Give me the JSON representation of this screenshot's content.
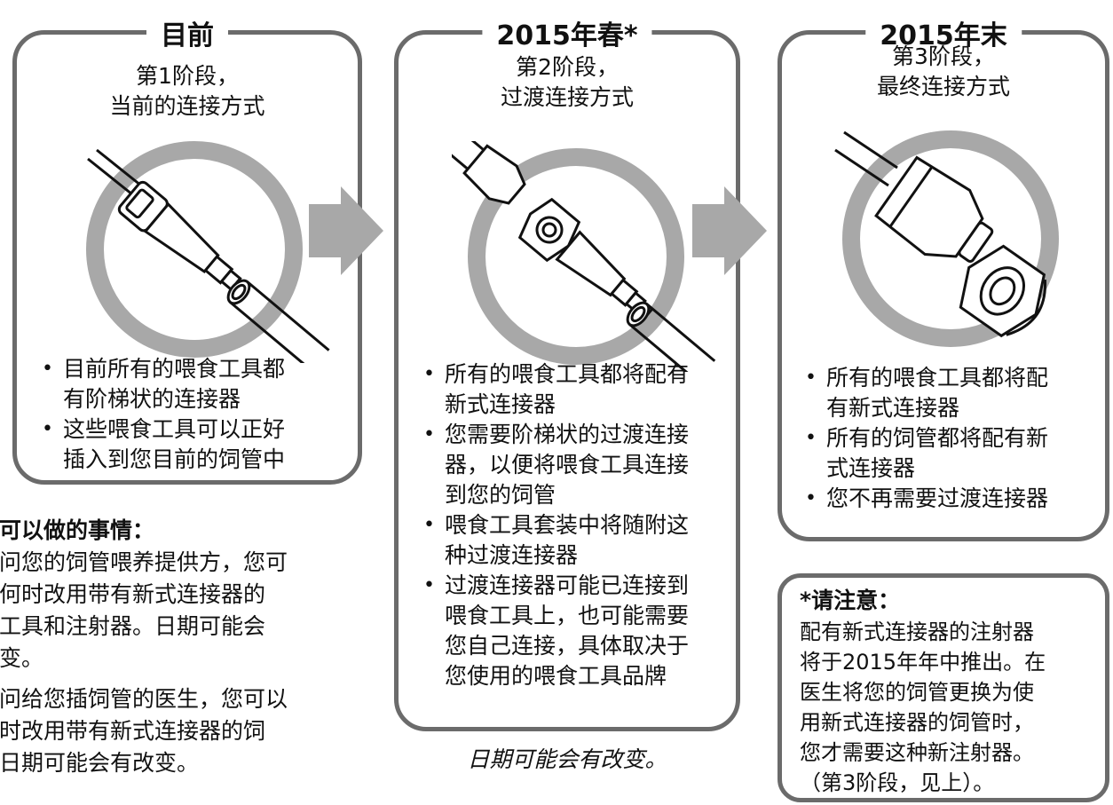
{
  "stage1": {
    "title": "目前",
    "subtitle_line1": "第1阶段，",
    "subtitle_line2": "当前的连接方式",
    "bullets": [
      [
        "目前所有的喂食工具都",
        "有阶梯状的连接器"
      ],
      [
        "这些喂食工具可以正好",
        "插入到您目前的饲管中"
      ]
    ]
  },
  "stage2": {
    "title": "2015年春*",
    "subtitle_line1": "第2阶段，",
    "subtitle_line2": "过渡连接方式",
    "bullets": [
      [
        "所有的喂食工具都将配有",
        "新式连接器"
      ],
      [
        "您需要阶梯状的过渡连接",
        "器，以便将喂食工具连接",
        "到您的饲管"
      ],
      [
        "喂食工具套装中将随附这",
        "种过渡连接器"
      ],
      [
        "过渡连接器可能已连接到",
        "喂食工具上，也可能需要",
        "您自己连接，具体取决于",
        "您使用的喂食工具品牌"
      ]
    ],
    "footnote": "日期可能会有改变。"
  },
  "stage3": {
    "title": "2015年末",
    "subtitle_line1": "第3阶段，",
    "subtitle_line2": "最终连接方式",
    "bullets": [
      [
        "所有的喂食工具都将配",
        "有新式连接器"
      ],
      [
        "所有的饲管都将配有新",
        "式连接器"
      ],
      [
        "您不再需要过渡连接器"
      ]
    ]
  },
  "left_section": {
    "heading": "您可以做的事情：",
    "lines": [
      "询问您的饲管喂养提供方，您可",
      "在何时改用带有新式连接器的",
      "养工具和注射器。日期可能会",
      "改变。",
      "",
      "询问给您插饲管的医生，您可以",
      "何时改用带有新式连接器的饲",
      "。日期可能会有改变。"
    ]
  },
  "note": {
    "heading": "*请注意：",
    "lines": [
      "配有新式连接器的注射器",
      "将于2015年年中推出。在",
      "医生将您的饲管更换为使",
      "用新式连接器的饲管时，",
      "您才需要这种新注射器。",
      "（第3阶段，见上）。"
    ]
  },
  "colors": {
    "border": "#6b6b6b",
    "circle": "#a8a8a8",
    "arrow": "#a8a8a8"
  },
  "icons": [
    "stepped-connector-icon",
    "transition-connector-icon",
    "new-connector-icon",
    "right-arrow-icon"
  ]
}
